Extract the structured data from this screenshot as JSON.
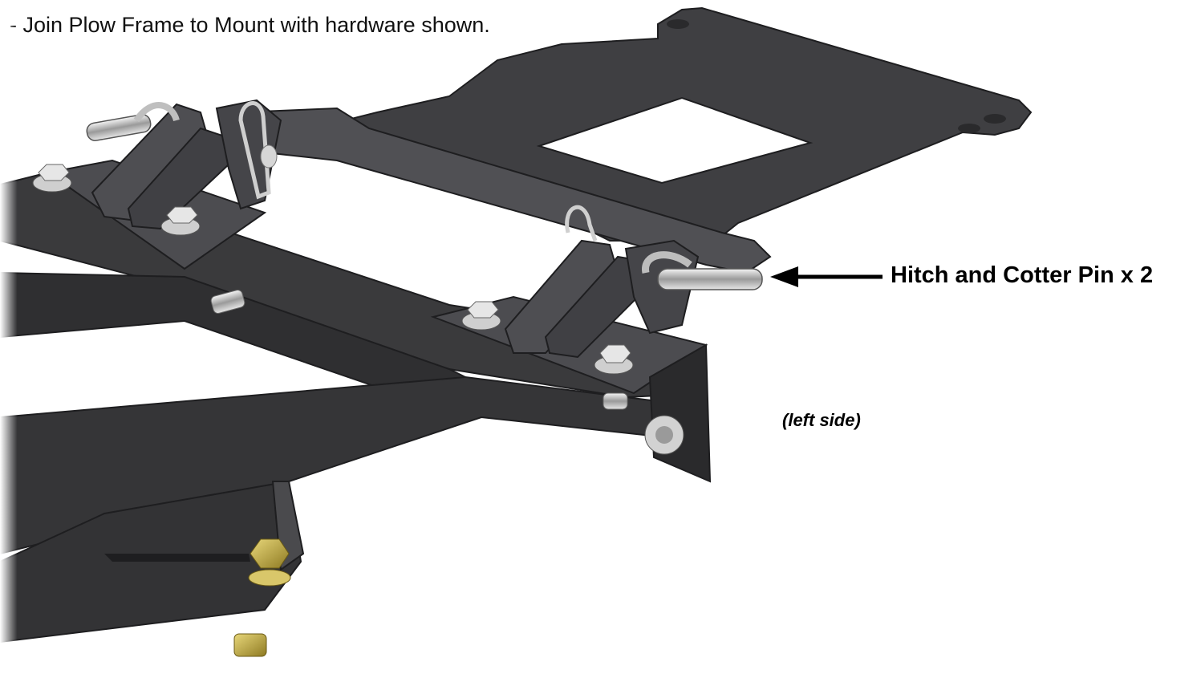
{
  "instruction": "- Join Plow Frame to Mount with hardware shown.",
  "callout": "Hitch and Cotter Pin x 2",
  "side_note": "(left side)",
  "colors": {
    "steel_dark": "#3a3a3c",
    "steel_mid": "#4a4a4d",
    "steel_light": "#5e5e62",
    "edge": "#1e1e20",
    "chrome": "#d8d8d8",
    "brass": "#c9b44a"
  }
}
